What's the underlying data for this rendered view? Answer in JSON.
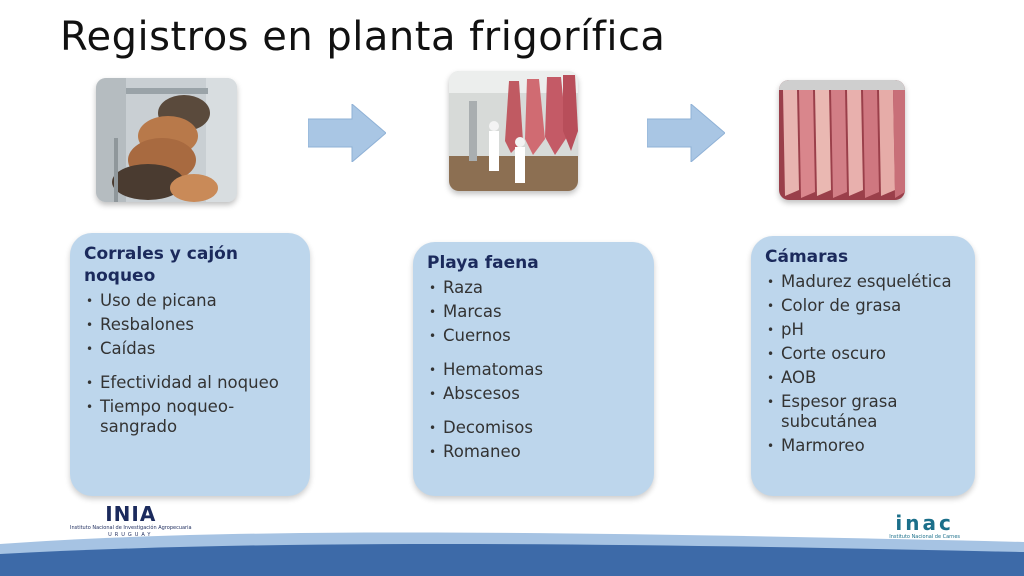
{
  "slide": {
    "title": "Registros en planta frigorífica"
  },
  "stages": [
    {
      "title": "Corrales y cajón noqueo",
      "items": [
        "Uso de picana",
        "Resbalones",
        "Caídas",
        "Efectividad al noqueo",
        "Tiempo noqueo-sangrado"
      ]
    },
    {
      "title": "Playa faena",
      "items": [
        "Raza",
        "Marcas",
        "Cuernos",
        "Hematomas",
        "Abscesos",
        "Decomisos",
        "Romaneo"
      ]
    },
    {
      "title": "Cámaras",
      "items": [
        "Madurez esquelética",
        "Color de grasa",
        "pH",
        "Corte oscuro",
        "AOB",
        "Espesor grasa subcutánea",
        "Marmoreo"
      ]
    }
  ],
  "logos": {
    "inia": {
      "mark": "INIA",
      "line1": "Instituto Nacional de Investigación Agropecuaria",
      "line2": "URUGUAY"
    },
    "inac": {
      "mark": "inac",
      "line1": "Instituto Nacional de Carnes"
    }
  },
  "colors": {
    "card_bg": "#bdd6ec",
    "card_title": "#1b2a5c",
    "arrow": "#a9c6e4",
    "footer_wave": "#3d6aa8"
  }
}
